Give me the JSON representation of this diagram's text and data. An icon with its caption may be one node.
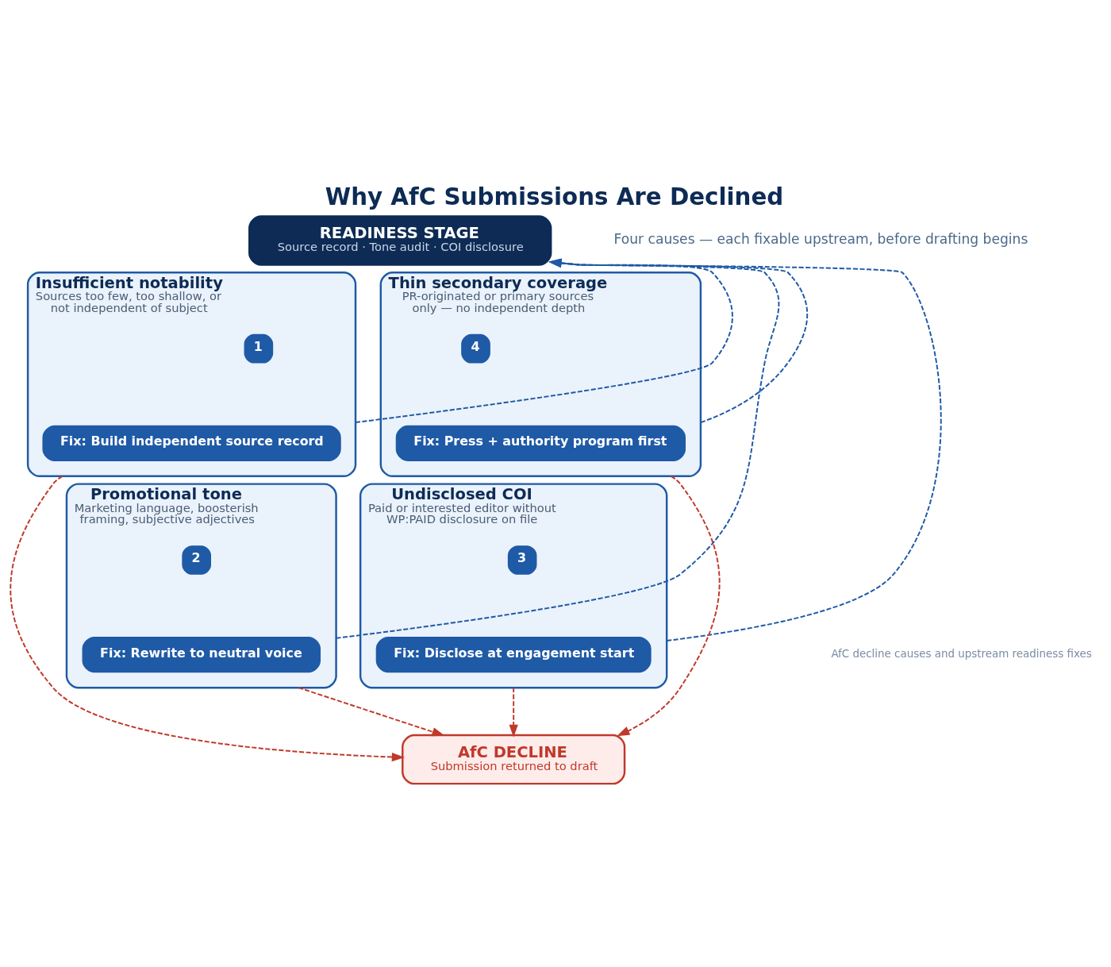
{
  "diagram": {
    "title": "Why AfC Submissions Are Declined",
    "nodes": [
      {
        "text": [
          "READINESS STAGE",
          "Source record · Tone audit · COI disclosure"
        ]
      },
      {
        "text": [
          "Insufficient notability",
          "Sources too few, too shallow, or not independent of subject"
        ]
      },
      {
        "text": [
          "1"
        ],
        "in": 1
      },
      {
        "text": [
          "Fix: Build independent source record"
        ],
        "in": 1
      },
      {
        "text": [
          "Promotional tone",
          "Marketing language, boosterish framing, subjective adjectives"
        ]
      },
      {
        "text": [
          "2"
        ],
        "in": 4
      },
      {
        "text": [
          "Fix: Rewrite to neutral voice"
        ],
        "in": 4
      },
      {
        "text": [
          "Undisclosed COI",
          "Paid or interested editor without WP:PAID disclosure on file"
        ]
      },
      {
        "text": [
          "3"
        ],
        "in": 7
      },
      {
        "text": [
          "Fix: Disclose at engagement start"
        ],
        "in": 7
      },
      {
        "text": [
          "Thin secondary coverage",
          "PR-originated or primary sources only — no independent depth"
        ]
      },
      {
        "text": [
          "4"
        ],
        "in": 10
      },
      {
        "text": [
          "Fix: Press + authority program first"
        ],
        "in": 10
      },
      {
        "text": [
          "AfC DECLINE",
          "Submission returned to draft"
        ]
      }
    ],
    "edges": [
      {
        "from": 1,
        "to": 0,
        "arrow": "to",
        "style": "dashed",
        "color": "#1f5aa6"
      },
      {
        "from": 7,
        "to": 0,
        "arrow": "to",
        "style": "dashed",
        "color": "#1f5aa6"
      },
      {
        "from": 4,
        "to": 0,
        "arrow": "to",
        "style": "dashed",
        "color": "#1f5aa6"
      },
      {
        "from": 10,
        "to": 0,
        "arrow": "to",
        "style": "dashed",
        "color": "#1f5aa6"
      },
      {
        "from": 1,
        "to": 13,
        "arrow": "to",
        "style": "dashed",
        "color": "#c0392b"
      },
      {
        "from": 7,
        "to": 13,
        "arrow": "to",
        "style": "dashed",
        "color": "#c0392b"
      },
      {
        "from": 4,
        "to": 13,
        "arrow": "to",
        "style": "dashed",
        "color": "#c0392b"
      },
      {
        "from": 10,
        "to": 13,
        "arrow": "to",
        "style": "dashed",
        "color": "#c0392b"
      }
    ],
    "labels": [
      "Four causes — each fixable upstream, before drafting begins",
      "AfC decline causes and upstream readiness fixes"
    ]
  }
}
